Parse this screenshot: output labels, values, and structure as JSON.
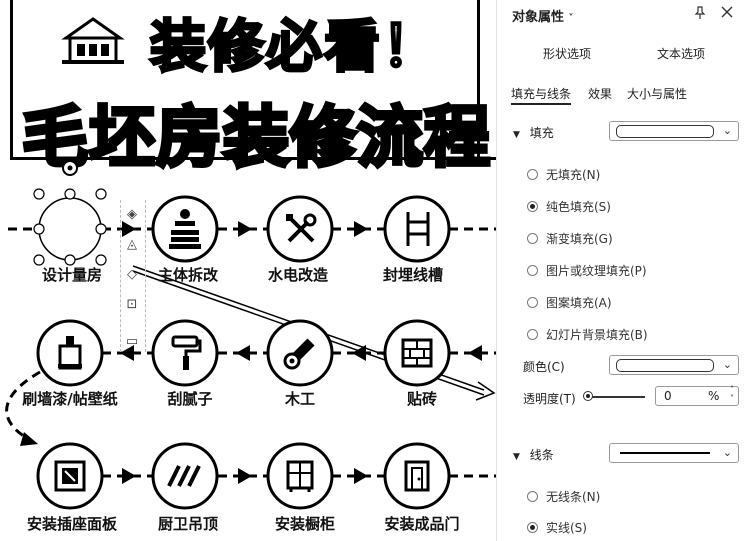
{
  "canvas": {
    "title_line1": "装修必看！",
    "title_line2": "毛坯房装修流程",
    "steps": [
      {
        "label": "设计量房",
        "icon": "circle-placeholder-icon"
      },
      {
        "label": "主体拆改",
        "icon": "demolition-icon"
      },
      {
        "label": "水电改造",
        "icon": "wrench-screwdriver-icon"
      },
      {
        "label": "封埋线槽",
        "icon": "ladder-icon"
      },
      {
        "label": "刷墙漆/帖壁纸",
        "icon": "paint-bucket-icon"
      },
      {
        "label": "刮腻子",
        "icon": "paint-roller-icon"
      },
      {
        "label": "木工",
        "icon": "wood-log-icon"
      },
      {
        "label": "贴砖",
        "icon": "brick-wall-icon"
      },
      {
        "label": "安装插座面板",
        "icon": "socket-panel-icon"
      },
      {
        "label": "厨卫吊顶",
        "icon": "ceiling-strips-icon"
      },
      {
        "label": "安装橱柜",
        "icon": "cabinet-icon"
      },
      {
        "label": "安装成品门",
        "icon": "door-icon"
      }
    ]
  },
  "panel": {
    "title": "对象属性",
    "title_caret": "˅",
    "subtabs": [
      "形状选项",
      "文本选项"
    ],
    "tabs": [
      "填充与线条",
      "效果",
      "大小与属性"
    ],
    "fill_section": {
      "label": "填充",
      "options": [
        {
          "label": "无填充(N)",
          "selected": false
        },
        {
          "label": "纯色填充(S)",
          "selected": true
        },
        {
          "label": "渐变填充(G)",
          "selected": false
        },
        {
          "label": "图片或纹理填充(P)",
          "selected": false
        },
        {
          "label": "图案填充(A)",
          "selected": false
        },
        {
          "label": "幻灯片背景填充(B)",
          "selected": false
        }
      ],
      "color_label": "颜色(C)",
      "transparency_label": "透明度(T)",
      "transparency_value": "0",
      "transparency_unit": "%"
    },
    "line_section": {
      "label": "线条",
      "options": [
        {
          "label": "无线条(N)",
          "selected": false
        },
        {
          "label": "实线(S)",
          "selected": true
        }
      ]
    }
  }
}
